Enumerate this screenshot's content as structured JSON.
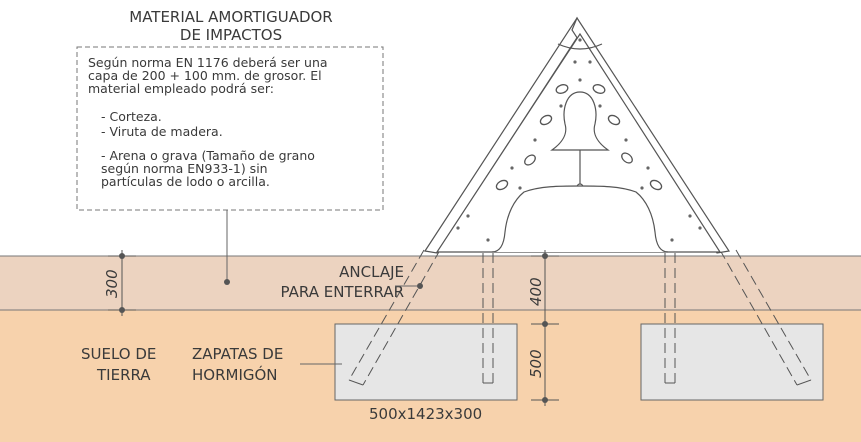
{
  "colors": {
    "impact_layer": "#ecd3c0",
    "soil": "#f7d2ac",
    "concrete": "#e6e6e6",
    "line": "#666666"
  },
  "labels": {
    "material_title_1": "MATERIAL AMORTIGUADOR",
    "material_title_2": "DE IMPACTOS",
    "anchor_1": "ANCLAJE",
    "anchor_2": "PARA ENTERRAR",
    "soil_1": "SUELO DE",
    "soil_2": "TIERRA",
    "footing_1": "ZAPATAS DE",
    "footing_2": "HORMIGÓN",
    "footing_size": "500x1423x300"
  },
  "note": {
    "lines": [
      "Según norma EN 1176 deberá ser una",
      "capa de 200 + 100 mm. de grosor. El",
      "material empleado podrá ser:",
      "- Corteza.",
      "- Viruta de madera.",
      "- Arena o grava (Tamaño de grano",
      "según norma EN933-1) sin",
      "partículas de lodo o arcilla."
    ]
  },
  "dimensions": {
    "layer_depth": "300",
    "anchor_depth": "400",
    "footing_depth": "500"
  }
}
